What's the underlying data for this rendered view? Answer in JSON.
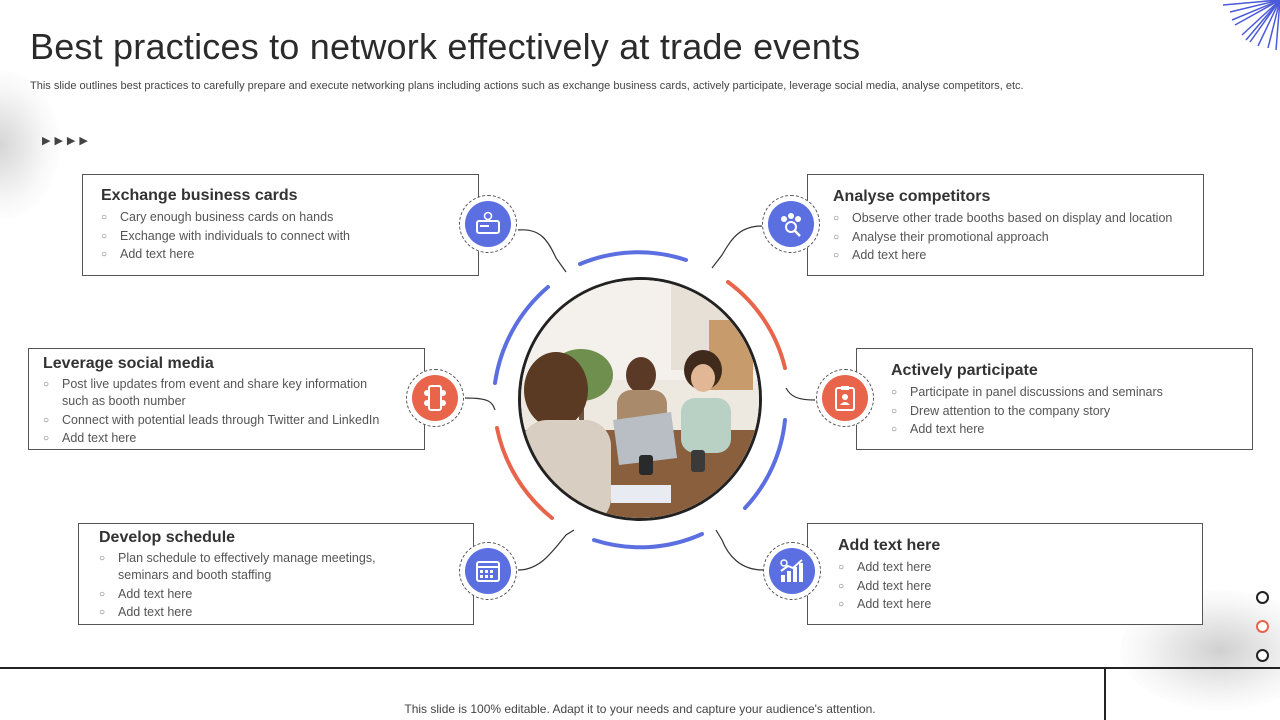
{
  "title": "Best practices to network effectively at trade events",
  "subtitle": "This slide outlines best practices to carefully prepare and execute networking plans including actions such as exchange business cards, actively participate, leverage social media, analyse competitors, etc.",
  "arrows": "▶▶▶▶",
  "cards": {
    "exchange": {
      "heading": "Exchange business cards",
      "items": [
        "Cary enough business cards on hands",
        "Exchange with individuals to connect with",
        "Add text here"
      ]
    },
    "social": {
      "heading": "Leverage social media",
      "items": [
        "Post live updates from event and share key information such as booth number",
        "Connect with potential leads through Twitter and LinkedIn",
        "Add text here"
      ]
    },
    "schedule": {
      "heading": "Develop schedule",
      "items": [
        "Plan schedule to effectively manage meetings, seminars and booth staffing",
        "Add text here",
        "Add text here"
      ]
    },
    "competitors": {
      "heading": "Analyse competitors",
      "items": [
        "Observe other trade booths based on display and location",
        "Analyse their promotional approach",
        "Add text here"
      ]
    },
    "participate": {
      "heading": "Actively participate",
      "items": [
        "Participate in panel discussions and seminars",
        "Drew attention to the company story",
        "Add text here"
      ]
    },
    "addtext": {
      "heading": "Add text here",
      "items": [
        "Add text here",
        "Add text here",
        "Add text here"
      ]
    }
  },
  "footer": "This slide is 100% editable. Adapt it to your needs and capture your audience's attention.",
  "colors": {
    "blue": "#5c6fe0",
    "red": "#e8644b",
    "text": "#333333"
  },
  "icons": [
    "business-card-icon",
    "social-media-phone-icon",
    "calendar-icon",
    "team-search-icon",
    "clipboard-profile-icon",
    "growth-chart-icon"
  ]
}
